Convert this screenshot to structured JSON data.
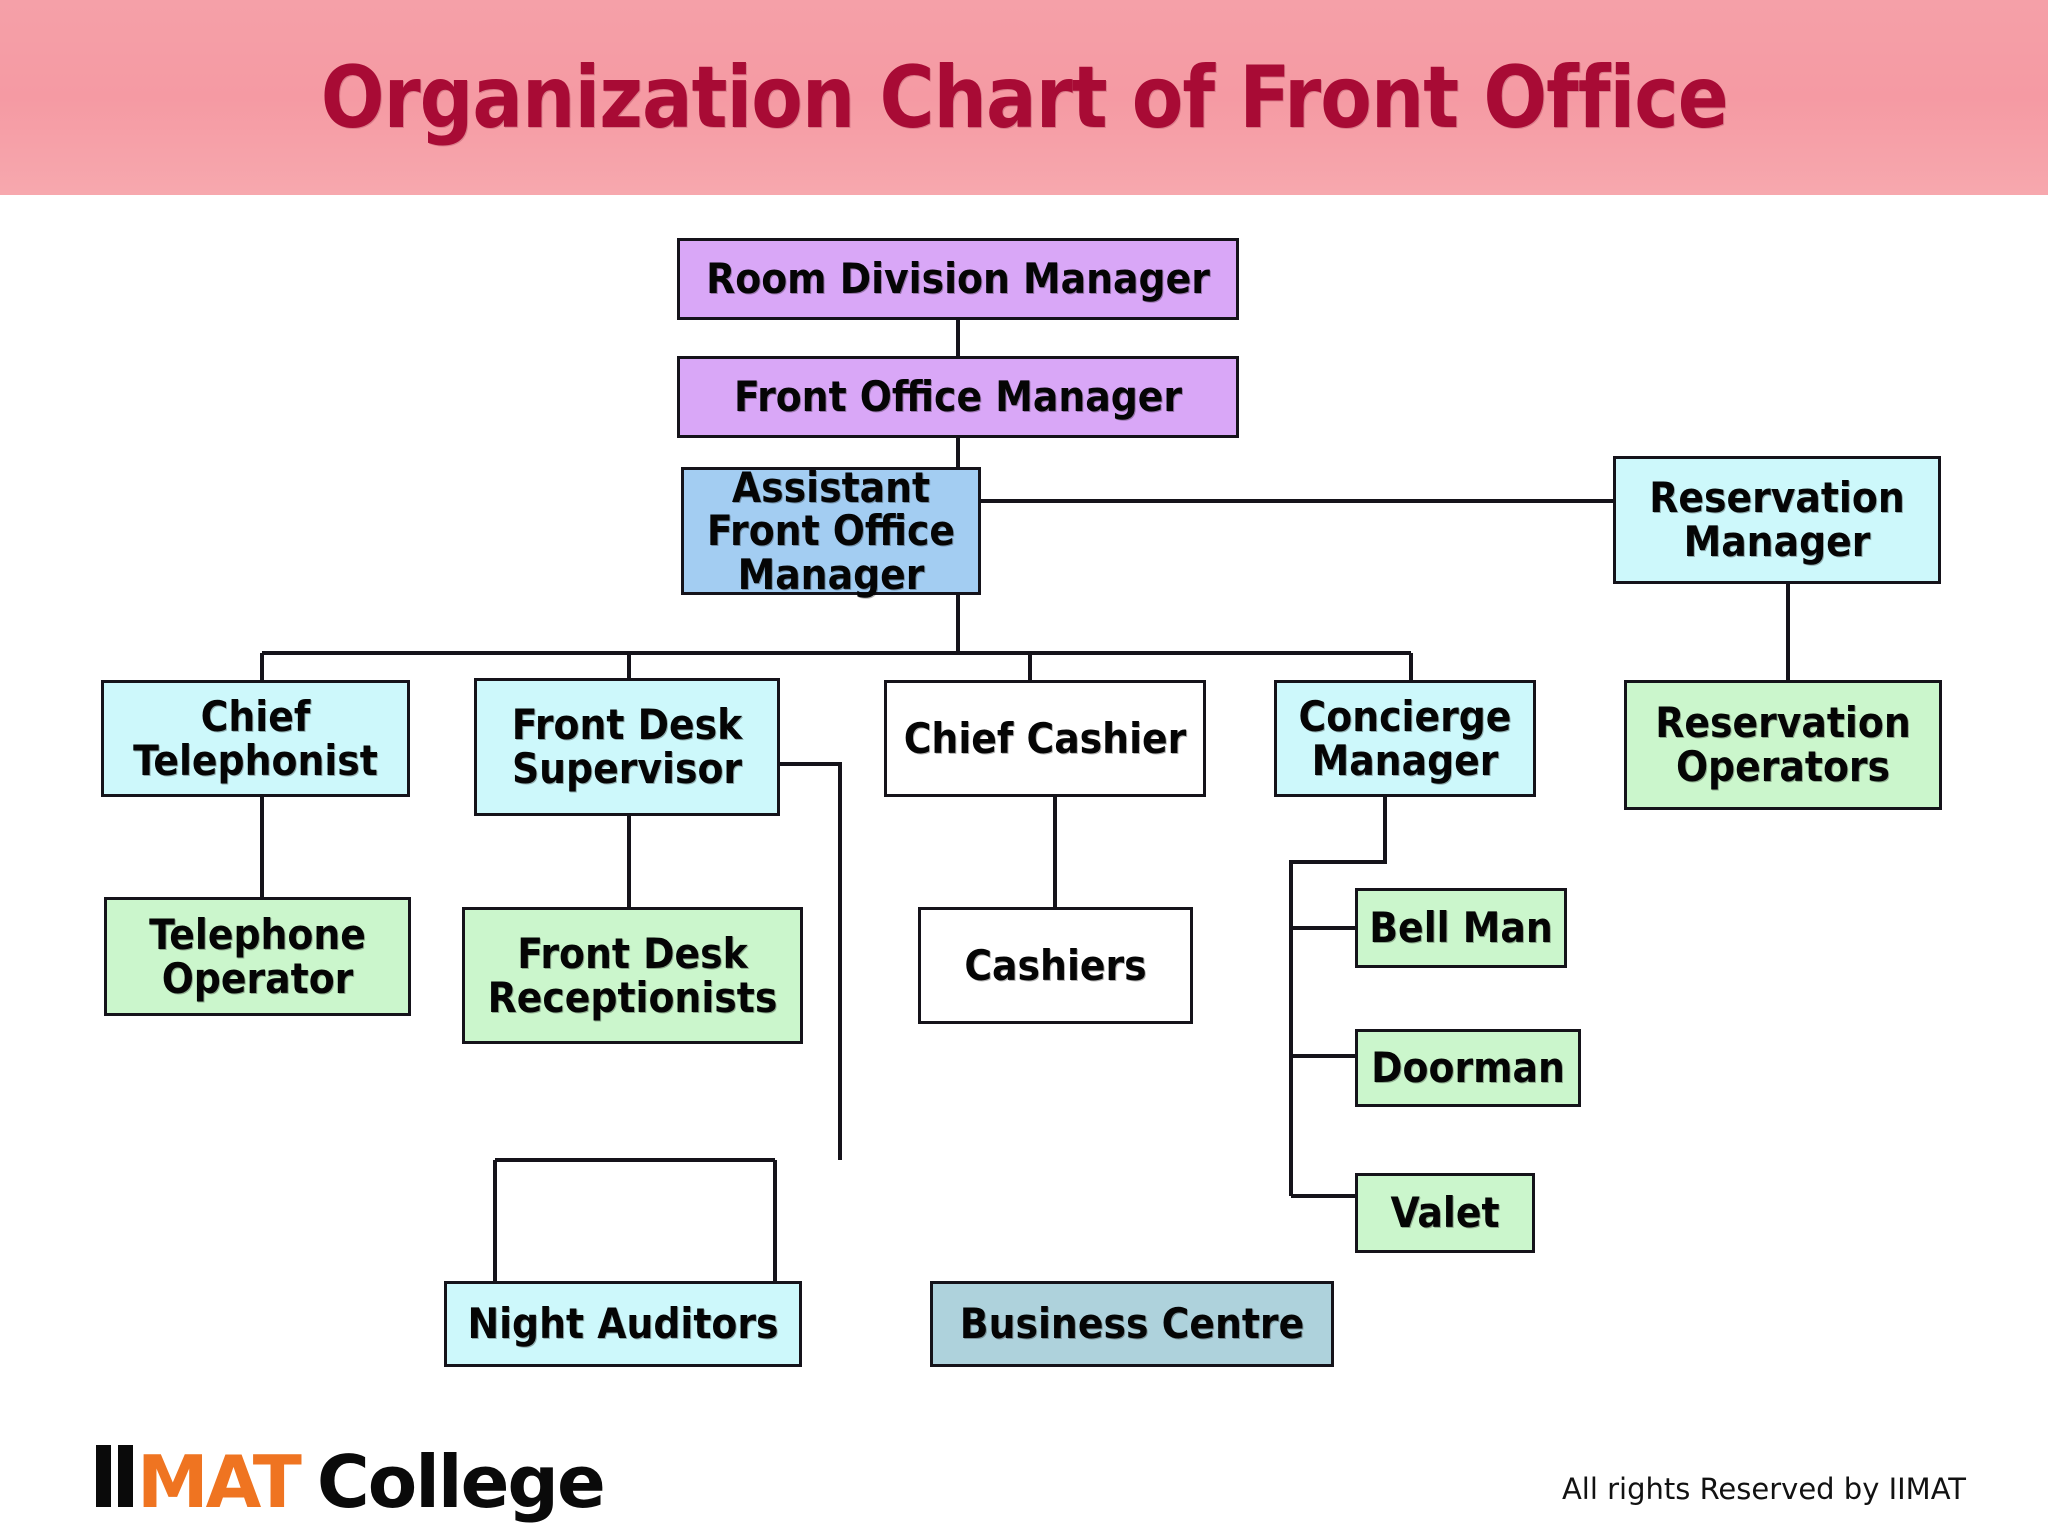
{
  "header": {
    "title": "Organization Chart of Front Office",
    "background_color": "#f5a0a8",
    "text_color": "#a80b35"
  },
  "chart_data": {
    "type": "diagram",
    "diagram_type": "organization-chart",
    "title": "Organization Chart of Front Office",
    "nodes": [
      {
        "id": "room-division-manager",
        "label": "Room Division Manager",
        "color": "#d9a7f7",
        "level": 0
      },
      {
        "id": "front-office-manager",
        "label": "Front Office Manager",
        "color": "#d9a7f7",
        "level": 1
      },
      {
        "id": "assistant-front-office-manager",
        "label": "Assistant Front Office Manager",
        "color": "#a3cdf2",
        "level": 2
      },
      {
        "id": "reservation-manager",
        "label": "Reservation Manager",
        "color": "#cdf8fb",
        "level": 2
      },
      {
        "id": "reservation-operators",
        "label": "Reservation Operators",
        "color": "#cbf6cc",
        "level": 3
      },
      {
        "id": "chief-telephonist",
        "label": "Chief Telephonist",
        "color": "#cdf8fb",
        "level": 3
      },
      {
        "id": "front-desk-supervisor",
        "label": "Front Desk Supervisor",
        "color": "#cdf8fb",
        "level": 3
      },
      {
        "id": "chief-cashier",
        "label": "Chief Cashier",
        "color": "#ffffff",
        "level": 3
      },
      {
        "id": "concierge-manager",
        "label": "Concierge Manager",
        "color": "#cdf8fb",
        "level": 3
      },
      {
        "id": "telephone-operator",
        "label": "Telephone Operator",
        "color": "#cbf6cc",
        "level": 4
      },
      {
        "id": "front-desk-receptionists",
        "label": "Front Desk Receptionists",
        "color": "#cbf6cc",
        "level": 4
      },
      {
        "id": "cashiers",
        "label": "Cashiers",
        "color": "#ffffff",
        "level": 4
      },
      {
        "id": "bell-man",
        "label": "Bell Man",
        "color": "#cbf6cc",
        "level": 4
      },
      {
        "id": "doorman",
        "label": "Doorman",
        "color": "#cbf6cc",
        "level": 4
      },
      {
        "id": "valet",
        "label": "Valet",
        "color": "#cbf6cc",
        "level": 4
      },
      {
        "id": "night-auditors",
        "label": "Night Auditors",
        "color": "#cdf8fb",
        "level": 5
      },
      {
        "id": "business-centre",
        "label": "Business Centre",
        "color": "#aed2dc",
        "level": 5
      }
    ],
    "edges": [
      {
        "from": "room-division-manager",
        "to": "front-office-manager"
      },
      {
        "from": "front-office-manager",
        "to": "assistant-front-office-manager"
      },
      {
        "from": "assistant-front-office-manager",
        "to": "reservation-manager"
      },
      {
        "from": "reservation-manager",
        "to": "reservation-operators"
      },
      {
        "from": "assistant-front-office-manager",
        "to": "chief-telephonist"
      },
      {
        "from": "assistant-front-office-manager",
        "to": "front-desk-supervisor"
      },
      {
        "from": "assistant-front-office-manager",
        "to": "chief-cashier"
      },
      {
        "from": "assistant-front-office-manager",
        "to": "concierge-manager"
      },
      {
        "from": "chief-telephonist",
        "to": "telephone-operator"
      },
      {
        "from": "front-desk-supervisor",
        "to": "front-desk-receptionists"
      },
      {
        "from": "chief-cashier",
        "to": "cashiers"
      },
      {
        "from": "concierge-manager",
        "to": "bell-man"
      },
      {
        "from": "concierge-manager",
        "to": "doorman"
      },
      {
        "from": "concierge-manager",
        "to": "valet"
      },
      {
        "from": "front-desk-supervisor",
        "to": "night-auditors"
      },
      {
        "from": "front-desk-supervisor",
        "to": "business-centre"
      }
    ]
  },
  "footer": {
    "logo_prefix": "II",
    "logo_mat": "MAT",
    "logo_college": "College",
    "logo_mat_color": "#ef7421",
    "copyright": "All rights Reserved by IIMAT"
  }
}
